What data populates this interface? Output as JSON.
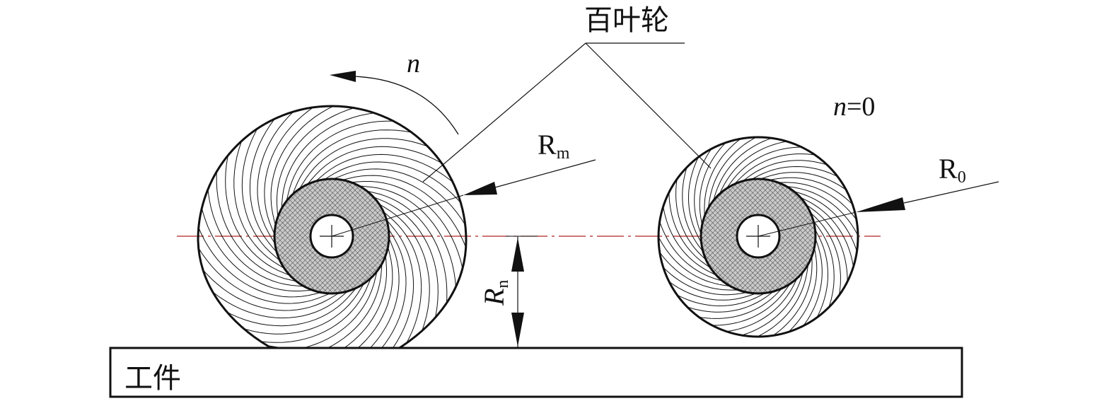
{
  "labels": {
    "flap_wheel": "百叶轮",
    "rotation": "n",
    "n_zero_var": "n",
    "n_zero_eq": "=0",
    "rm_main": "R",
    "rm_sub": "m",
    "r0_main": "R",
    "r0_sub": "0",
    "rn_main": "R",
    "rn_sub": "n",
    "workpiece": "工件"
  },
  "colors": {
    "line": "#111111",
    "centerline": "#b22222",
    "hub_fill": "#8a8a8a"
  }
}
